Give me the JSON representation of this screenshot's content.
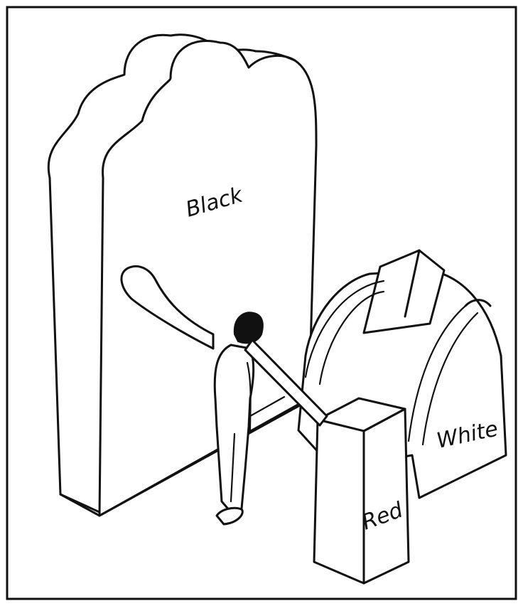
{
  "figure": {
    "labels": {
      "black": "Black",
      "white": "White",
      "red": "Red"
    },
    "colors": {
      "ink": "#111111",
      "paper": "#ffffff"
    }
  }
}
